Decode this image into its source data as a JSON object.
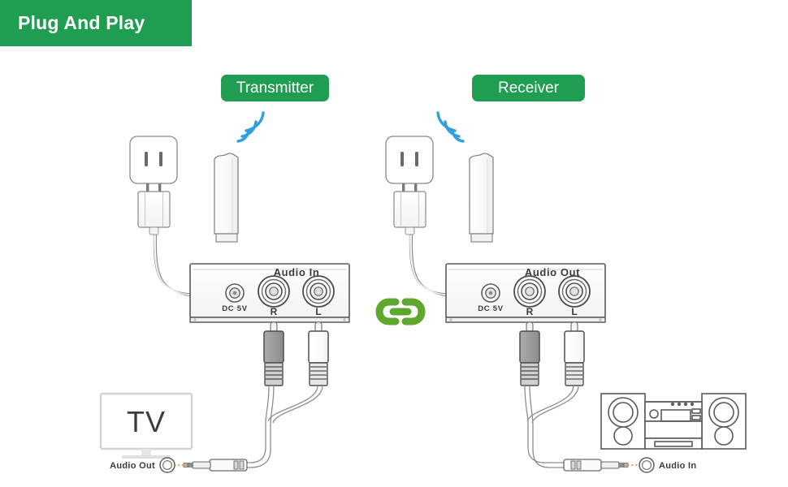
{
  "banner": {
    "title": "Plug And Play",
    "bg_color": "#1f9d50",
    "text_color": "#ffffff"
  },
  "labels": {
    "transmitter": "Transmitter",
    "receiver": "Receiver"
  },
  "transmitter_device": {
    "port_group_label": "Audio In",
    "power_label": "DC 5V",
    "rca_right_label": "R",
    "rca_left_label": "L"
  },
  "receiver_device": {
    "port_group_label": "Audio Out",
    "power_label": "DC 5V",
    "rca_right_label": "R",
    "rca_left_label": "L"
  },
  "tv": {
    "screen_text": "TV",
    "jack_label": "Audio Out"
  },
  "stereo": {
    "jack_label": "Audio In"
  },
  "link_icon": {
    "name": "chain-link-icon",
    "color": "#5fa72e"
  },
  "wireless": {
    "wave_color": "#2f9fe0",
    "transmitter_waves": 3,
    "receiver_waves": 3
  },
  "colors": {
    "green": "#1f9d50",
    "outline": "#6d6d6d",
    "outline_dark": "#4a4a4a",
    "rca_gray": "#9b9b9b",
    "rca_white": "#fdfdfd",
    "dotted_orange": "#f08a2a",
    "tv_frame": "#d2d2d2"
  }
}
